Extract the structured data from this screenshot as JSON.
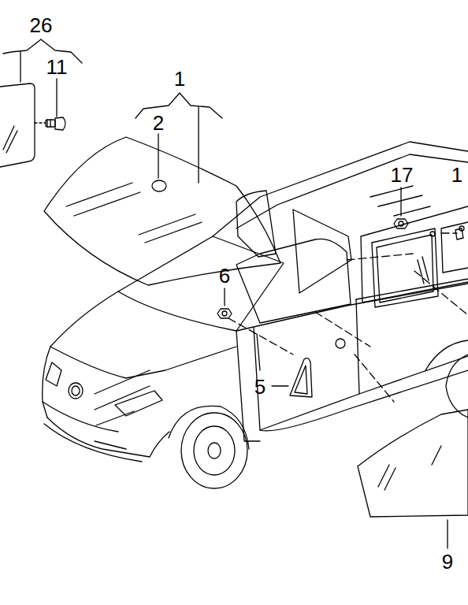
{
  "diagram": {
    "labels": [
      "26",
      "11",
      "1",
      "2",
      "6",
      "17",
      "1",
      "5",
      "9"
    ]
  }
}
